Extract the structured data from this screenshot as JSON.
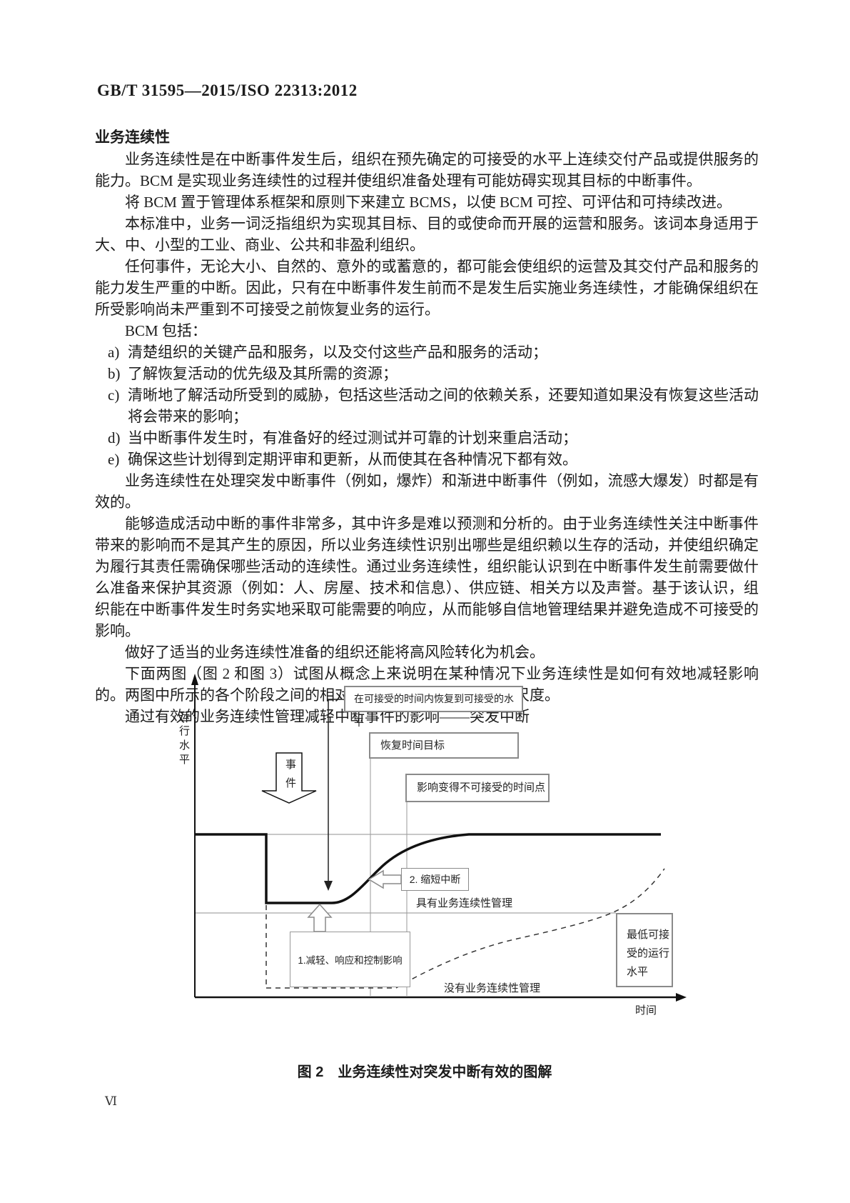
{
  "header": {
    "standard_number": "GB/T 31595—2015/ISO 22313:2012"
  },
  "content": {
    "heading": "业务连续性",
    "paragraphs": [
      "业务连续性是在中断事件发生后，组织在预先确定的可接受的水平上连续交付产品或提供服务的能力。BCM 是实现业务连续性的过程并使组织准备处理有可能妨碍实现其目标的中断事件。",
      "将 BCM 置于管理体系框架和原则下来建立 BCMS，以使 BCM 可控、可评估和可持续改进。",
      "本标准中，业务一词泛指组织为实现其目标、目的或使命而开展的运营和服务。该词本身适用于大、中、小型的工业、商业、公共和非盈利组织。",
      "任何事件，无论大小、自然的、意外的或蓄意的，都可能会使组织的运营及其交付产品和服务的能力发生严重的中断。因此，只有在中断事件发生前而不是发生后实施业务连续性，才能确保组织在所受影响尚未严重到不可接受之前恢复业务的运行。",
      "BCM 包括：",
      "业务连续性在处理突发中断事件（例如，爆炸）和渐进中断事件（例如，流感大爆发）时都是有效的。",
      "能够造成活动中断的事件非常多，其中许多是难以预测和分析的。由于业务连续性关注中断事件带来的影响而不是其产生的原因，所以业务连续性识别出哪些是组织赖以生存的活动，并使组织确定为履行其责任需确保哪些活动的连续性。通过业务连续性，组织能认识到在中断事件发生前需要做什么准备来保护其资源（例如：人、房屋、技术和信息）、供应链、相关方以及声誉。基于该认识，组织能在中断事件发生时务实地采取可能需要的响应，从而能够自信地管理结果并避免造成不可接受的影响。",
      "做好了适当的业务连续性准备的组织还能将高风险转化为机会。",
      "下面两图（图 2 和图 3）试图从概念上来说明在某种情况下业务连续性是如何有效地减轻影响的。两图中所示的各个阶段之间的相对距离并不表示特定的时间尺度。",
      "通过有效的业务连续性管理减轻中断事件的影响——突发中断"
    ],
    "list": [
      {
        "marker": "a)",
        "text": "清楚组织的关键产品和服务，以及交付这些产品和服务的活动；"
      },
      {
        "marker": "b)",
        "text": "了解恢复活动的优先级及其所需的资源；"
      },
      {
        "marker": "c)",
        "text": "清晰地了解活动所受到的威胁，包括这些活动之间的依赖关系，还要知道如果没有恢复这些活动将会带来的影响；"
      },
      {
        "marker": "d)",
        "text": "当中断事件发生时，有准备好的经过测试并可靠的计划来重启活动；"
      },
      {
        "marker": "e)",
        "text": "确保这些计划得到定期评审和更新，从而使其在各种情况下都有效。"
      }
    ]
  },
  "figure": {
    "y_axis_label": "运行水平",
    "x_axis_label": "时间",
    "event_label": "事件",
    "annotations": {
      "recover": "在可接受的时间内恢复到可接受的水平",
      "rto": "恢复时间目标",
      "unacceptable_point": "影响变得不可接受的时间点",
      "shorten": "2. 缩短中断",
      "mitigate": "1.减轻、响应和控制影响",
      "min_level": "最低可接受的运行水平",
      "with_bcm": "具有业务连续性管理",
      "without_bcm": "没有业务连续性管理"
    },
    "caption": "图 2　业务连续性对突发中断有效的图解",
    "colors": {
      "line": "#111111",
      "box_border": "#8a8a8a",
      "thin_line": "#909090"
    }
  },
  "footer": {
    "page_number": "Ⅵ"
  }
}
